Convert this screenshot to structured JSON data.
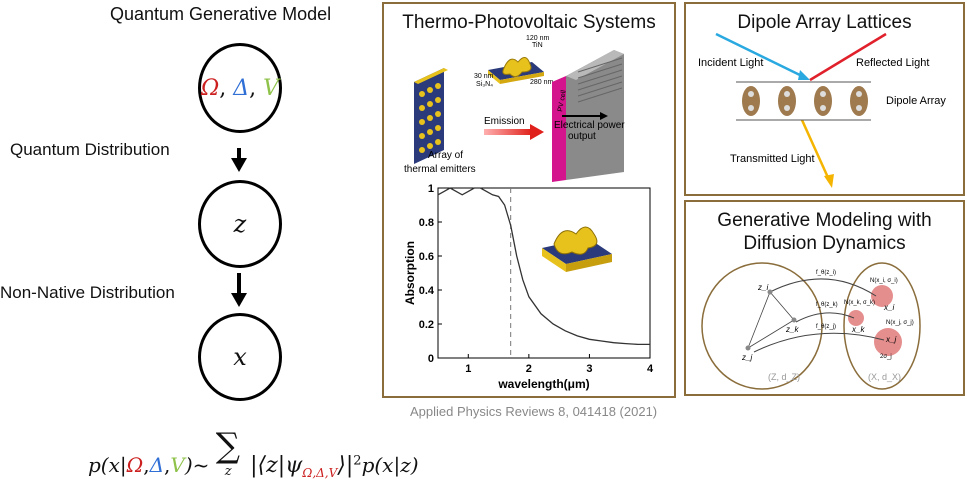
{
  "left": {
    "title": "Quantum Generative Model",
    "params": {
      "omega": "Ω",
      "delta": "Δ",
      "v": "V",
      "sep": ", "
    },
    "label_quantum": "Quantum Distribution",
    "label_nonnative": "Non-Native Distribution",
    "node_z": "z",
    "node_x": "x",
    "formula": {
      "prefix": "p(x|",
      "omega": "Ω",
      "delta": "Δ",
      "v": "V",
      "mid": ")~",
      "sum": "∑",
      "sum_index": "z",
      "bra_ket": "|⟨z|ψ",
      "sub": "Ω,Δ,V",
      "close": "⟩|",
      "power": "2",
      "suffix": "p(x|z)"
    }
  },
  "tpv": {
    "title": "Thermo-Photovoltaic Systems",
    "labels": {
      "nm120": "120 nm",
      "tin": "TiN",
      "nm30": "30 nm",
      "si3n4": "Si₃N₄",
      "nm280": "280 nm",
      "pv_cell": "PV cell",
      "emission": "Emission",
      "power1": "Electrical power",
      "power2": "output",
      "array1": "Array of",
      "array2": "thermal emitters"
    },
    "chart_data": {
      "type": "line",
      "xlabel": "wavelength(μm)",
      "ylabel": "Absorption",
      "xlim": [
        0.5,
        4
      ],
      "ylim": [
        0,
        1
      ],
      "xticks": [
        1,
        2,
        3,
        4
      ],
      "yticks": [
        0,
        0.2,
        0.4,
        0.6,
        0.8,
        1
      ],
      "vline_x": 1.7,
      "series": [
        {
          "x": [
            0.5,
            0.6,
            0.7,
            0.8,
            0.9,
            1.0,
            1.1,
            1.2,
            1.3,
            1.4,
            1.5,
            1.6,
            1.7,
            1.8,
            1.9,
            2.0,
            2.2,
            2.4,
            2.6,
            2.8,
            3.0,
            3.2,
            3.4,
            3.6,
            3.8,
            4.0
          ],
          "y": [
            0.96,
            0.98,
            1.0,
            0.98,
            0.96,
            0.98,
            1.0,
            1.0,
            0.98,
            0.96,
            0.95,
            0.9,
            0.78,
            0.6,
            0.46,
            0.36,
            0.26,
            0.2,
            0.16,
            0.13,
            0.11,
            0.1,
            0.09,
            0.085,
            0.08,
            0.08
          ]
        }
      ]
    },
    "citation": "Applied Physics Reviews 8, 041418 (2021)"
  },
  "dipole": {
    "title": "Dipole Array Lattices",
    "incident": "Incident Light",
    "reflected": "Reflected Light",
    "array": "Dipole Array",
    "transmitted": "Transmitted Light",
    "colors": {
      "incident": "#29a9e0",
      "reflected": "#e0212b",
      "transmitted": "#f4b400"
    }
  },
  "diffusion": {
    "title1": "Generative Modeling with",
    "title2": "Diffusion Dynamics",
    "labels": {
      "zi": "z_i",
      "zj": "z_j",
      "zk": "z_k",
      "xi": "x_i",
      "xj": "x_j",
      "xk": "x_k",
      "f_zi": "f_θ(z_i)",
      "f_zj": "f_θ(z_j)",
      "f_zk": "f_θ(z_k)",
      "n_i": "N(x_i, σ_i)",
      "n_k": "N(x_k, σ_k)",
      "n_j": "N(x_j, σ_j)",
      "two_sigma": "2σ_j",
      "space_z": "(Z, d_Z)",
      "space_x": "(X, d_X)"
    }
  }
}
